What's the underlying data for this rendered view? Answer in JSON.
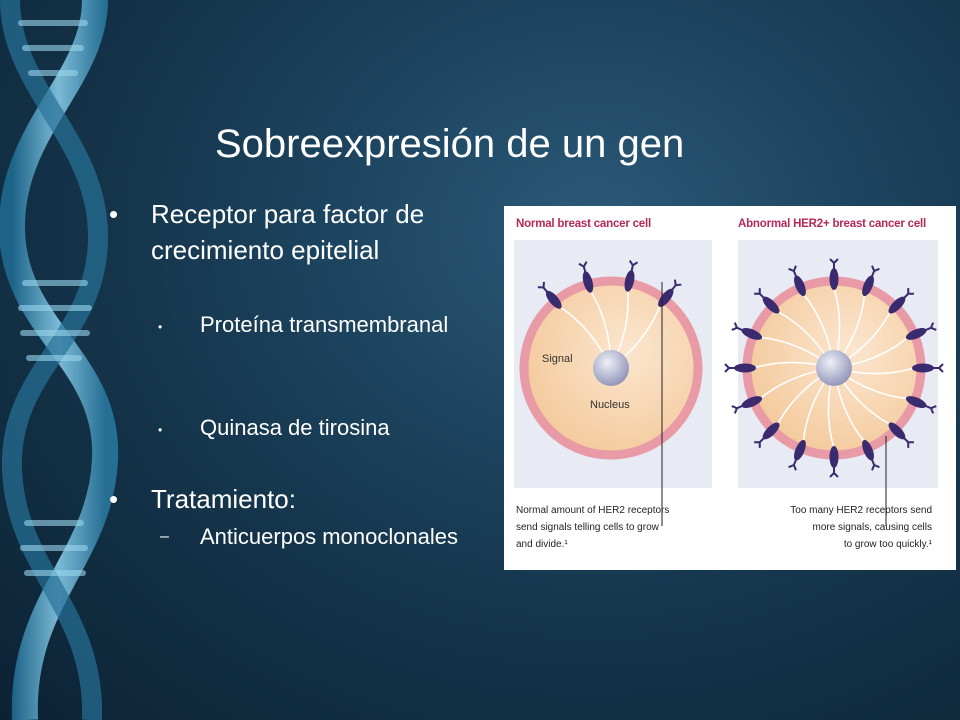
{
  "slide": {
    "title": "Sobreexpresión de un gen",
    "bullets": [
      {
        "text": "Receptor para factor de crecimiento epitelial",
        "subitems": [
          "Proteína transmembranal",
          "Quinasa de tirosina"
        ]
      },
      {
        "text": "Tratamiento:",
        "subitems": [
          "Anticuerpos monoclonales"
        ]
      }
    ]
  },
  "figure": {
    "left_heading": "Normal breast cancer cell",
    "right_heading": "Abnormal HER2+ breast cancer cell",
    "label_signal": "Signal",
    "label_nucleus": "Nucleus",
    "left_caption_lines": [
      "Normal amount of HER2 receptors",
      "send signals telling cells to grow",
      "and divide.¹"
    ],
    "right_caption_lines": [
      "Too many HER2 receptors send",
      "more signals, causing cells",
      "to grow too quickly.¹"
    ]
  },
  "colors": {
    "background": "#173a53",
    "heading": "#b5285a",
    "receptor": "#3a2a6e",
    "cell_fill": "#f7d4b0",
    "cell_ring": "#e89aa6"
  }
}
